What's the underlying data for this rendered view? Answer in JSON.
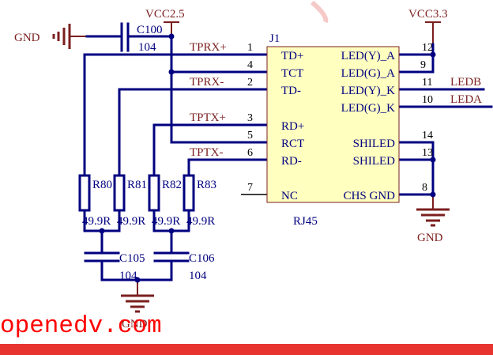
{
  "power": {
    "vcc25": "VCC2.5",
    "vcc33": "VCC3.3",
    "gnd_left": "GND",
    "gnd_right": "GND",
    "gnd_bottom": "GND"
  },
  "capacitors": {
    "c100": {
      "ref": "C100",
      "value": "104"
    },
    "c105": {
      "ref": "C105",
      "value": "104"
    },
    "c106": {
      "ref": "C106",
      "value": "104"
    }
  },
  "resistors": [
    {
      "ref": "R80",
      "value": "49.9R"
    },
    {
      "ref": "R81",
      "value": "49.9R"
    },
    {
      "ref": "R82",
      "value": "49.9R"
    },
    {
      "ref": "R83",
      "value": "49.9R"
    }
  ],
  "nets": {
    "tprx_p": "TPRX+",
    "tprx_n": "TPRX-",
    "tptx_p": "TPTX+",
    "tptx_n": "TPTX-",
    "ledb": "LEDB",
    "leda": "LEDA"
  },
  "connector": {
    "ref": "J1",
    "type": "RJ45",
    "left_pins": [
      {
        "num": "1",
        "name": "TD+"
      },
      {
        "num": "4",
        "name": "TCT"
      },
      {
        "num": "2",
        "name": "TD-"
      },
      {
        "num": "3",
        "name": "RD+"
      },
      {
        "num": "5",
        "name": "RCT"
      },
      {
        "num": "6",
        "name": "RD-"
      },
      {
        "num": "7",
        "name": "NC"
      }
    ],
    "right_pins": [
      {
        "num": "12",
        "name": "LED(Y)_A"
      },
      {
        "num": "9",
        "name": "LED(G)_A"
      },
      {
        "num": "11",
        "name": "LED(Y)_K"
      },
      {
        "num": "10",
        "name": "LED(G)_K"
      },
      {
        "num": "14",
        "name": "SHILED"
      },
      {
        "num": "13",
        "name": "SHILED"
      },
      {
        "num": "8",
        "name": "CHS GND"
      }
    ]
  },
  "watermark": "openedv.com",
  "colors": {
    "wire": "#000080",
    "label": "#7b1f1f",
    "body": "#ffffc0",
    "watermark": "#ff0000"
  }
}
